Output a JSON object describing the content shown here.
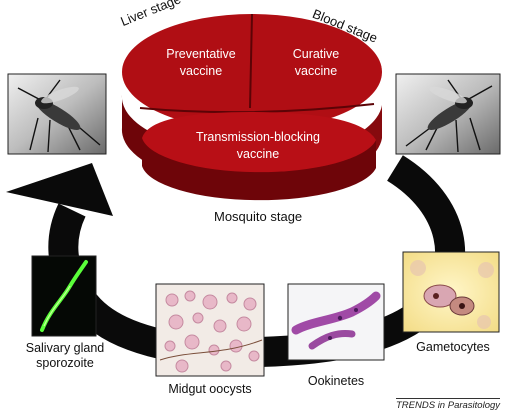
{
  "figure": {
    "stage_labels": {
      "liver": "Liver stage",
      "blood": "Blood stage",
      "mosquito": "Mosquito stage"
    },
    "vaccine_sectors": {
      "preventative_line1": "Preventative",
      "preventative_line2": "vaccine",
      "curative_line1": "Curative",
      "curative_line2": "vaccine",
      "transmission_line1": "Transmission-blocking",
      "transmission_line2": "vaccine"
    },
    "lifecycle_captions": {
      "sporozoite_line1": "Salivary gland",
      "sporozoite_line2": "sporozoite",
      "oocysts": "Midgut oocysts",
      "ookinetes": "Ookinetes",
      "gametocytes": "Gametocytes"
    },
    "credit": "TRENDS in Parasitology"
  },
  "colors": {
    "pie_red": "#b00e14",
    "pie_dark": "#6e0509",
    "arrow": "#0a0a0a"
  }
}
